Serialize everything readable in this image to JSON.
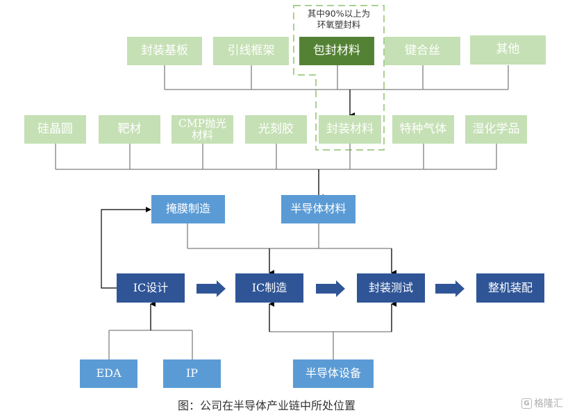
{
  "colors": {
    "light_green": "#c5e0b4",
    "dark_green": "#548235",
    "light_blue": "#5b9bd5",
    "dark_blue": "#2f5597",
    "dashed_border": "#a9d18e",
    "connector": "#7f7f7f"
  },
  "packaging_materials_row": {
    "items": [
      "封装基板",
      "引线框架",
      "包封材料",
      "键合丝",
      "其他"
    ],
    "highlight": "包封材料",
    "note": [
      "其中90%以上为",
      "环氧塑封料"
    ]
  },
  "semiconductor_materials_row": {
    "items": [
      "硅晶圆",
      "靶材",
      "CMP抛光材料",
      "光刻胶",
      "封装材料",
      "特种气体",
      "湿化学品"
    ],
    "cmp_lines": [
      "CMP抛光",
      "材料"
    ]
  },
  "middle": {
    "mask": "掩膜制造",
    "materials": "半导体材料"
  },
  "main_chain": {
    "steps": [
      "IC设计",
      "IC制造",
      "封装测试",
      "整机装配"
    ]
  },
  "bottom": {
    "eda": "EDA",
    "ip": "IP",
    "equipment": "半导体设备"
  },
  "caption": "图：公司在半导体产业链中所处位置",
  "watermark": {
    "logo": "G",
    "text": "格隆汇"
  }
}
